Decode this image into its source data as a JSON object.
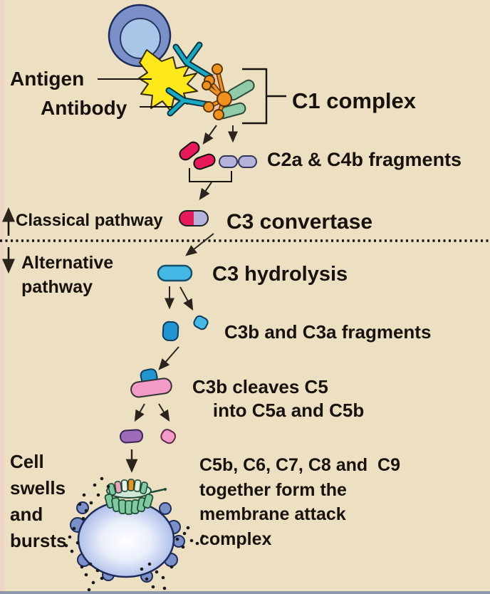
{
  "colors": {
    "background": "#EDE0C2",
    "ink": "#17120D",
    "arrow": "#2A241C",
    "crimson": "#E8195A",
    "lavender": "#B3B3DC",
    "sky_blue": "#45B8E6",
    "deep_blue": "#2196D2",
    "pink": "#F49AC8",
    "purple": "#9D6CB8",
    "teal": "#18A8C2",
    "orange": "#F0911E",
    "green": "#90CBA8",
    "mac_green": "#7EC9A0",
    "cell_outer": "#7B90C9",
    "cell_inner": "#A9C6E8",
    "yellow": "#FFE81A"
  },
  "labels": {
    "antigen": "Antigen",
    "antibody": "Antibody",
    "c1_complex": "C1 complex",
    "c2a_c4b_fragments": "C2a & C4b fragments",
    "classical_pathway": "Classical pathway",
    "c3_convertase": "C3 convertase",
    "alternative_pathway": [
      "Alternative",
      "pathway"
    ],
    "c3_hydrolysis": "C3 hydrolysis",
    "c3b_c3a_fragments": "C3b and C3a fragments",
    "c3b_cleaves_c5": [
      "C3b cleaves C5",
      "    into C5a and C5b"
    ],
    "membrane_attack_complex": [
      "C5b, C6, C7, C8 and  C9",
      "together form the",
      "membrane attack",
      "complex"
    ],
    "cell_swells_and_bursts": [
      "Cell",
      "swells",
      "and",
      "bursts"
    ]
  }
}
